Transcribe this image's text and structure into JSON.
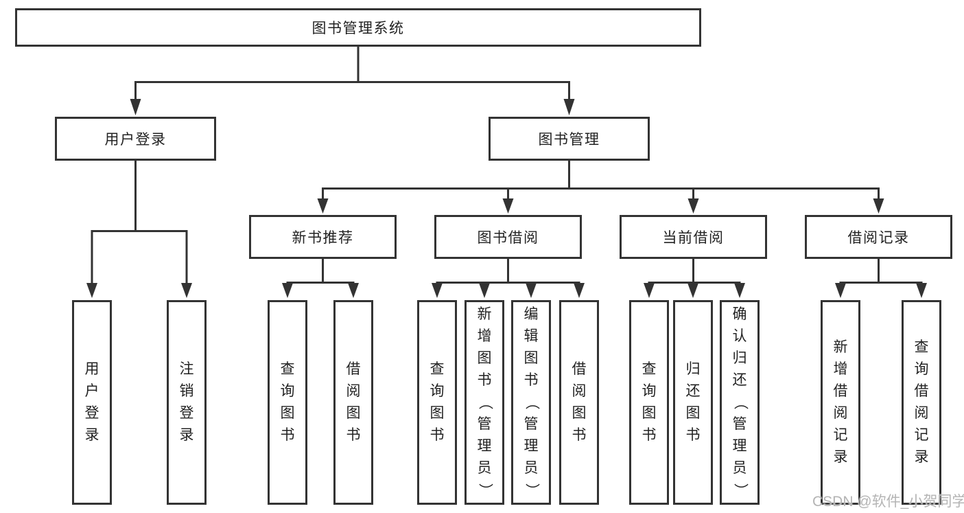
{
  "diagram": {
    "type": "tree",
    "root": {
      "label": "图书管理系统"
    },
    "branches": [
      {
        "label": "用户登录",
        "children": [
          {
            "label": "用户登录"
          },
          {
            "label": "注销登录"
          }
        ]
      },
      {
        "label": "图书管理",
        "children": [
          {
            "label": "新书推荐",
            "children": [
              {
                "label": "查询图书"
              },
              {
                "label": "借阅图书"
              }
            ]
          },
          {
            "label": "图书借阅",
            "children": [
              {
                "label": "查询图书"
              },
              {
                "label": "新增图书（管理员）"
              },
              {
                "label": "编辑图书（管理员）"
              },
              {
                "label": "借阅图书"
              }
            ]
          },
          {
            "label": "当前借阅",
            "children": [
              {
                "label": "查询图书"
              },
              {
                "label": "归还图书"
              },
              {
                "label": "确认归还（管理员）"
              }
            ]
          },
          {
            "label": "借阅记录",
            "children": [
              {
                "label": "新增借阅记录"
              },
              {
                "label": "查询借阅记录"
              }
            ]
          }
        ]
      }
    ]
  },
  "watermark": {
    "text": "CSDN @软件_小贺同学"
  },
  "colors": {
    "line": "#333333",
    "text": "#222222",
    "watermark": "#b4b4b4",
    "background": "#ffffff"
  }
}
